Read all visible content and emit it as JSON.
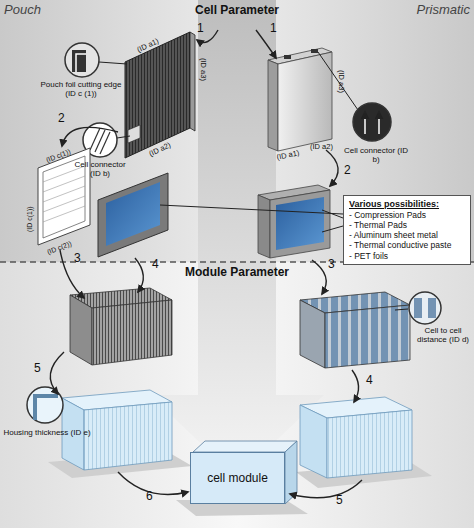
{
  "diagram": {
    "nodes": [
      {
        "text": [
          "Various possibilities:",
          "- Compression Pads",
          "- Thermal Pads",
          "- Aluminum sheet metal",
          "- Thermal conductive paste",
          "- PET foils"
        ]
      },
      {
        "text": [
          "cell module"
        ]
      }
    ],
    "labels": [
      "Pouch",
      "Cell Parameter",
      "Prismatic",
      "1",
      "1",
      "Pouch foil cutting edge (ID c (1))",
      "(ID a3)",
      "(ID a3)",
      "(ID a2)",
      "(ID a1)",
      "Cell connector (ID b)",
      "(ID a2)",
      "(ID a1)",
      "Cell connector (ID b)",
      "2",
      "2",
      "(ID c(1))",
      "(ID c(1))",
      "(ID c(2))",
      "3",
      "4",
      "3",
      "Module Parameter",
      "Cell to cell distance (ID d)",
      "5",
      "4",
      "Housing thickness (ID e)",
      "6",
      "5"
    ]
  }
}
